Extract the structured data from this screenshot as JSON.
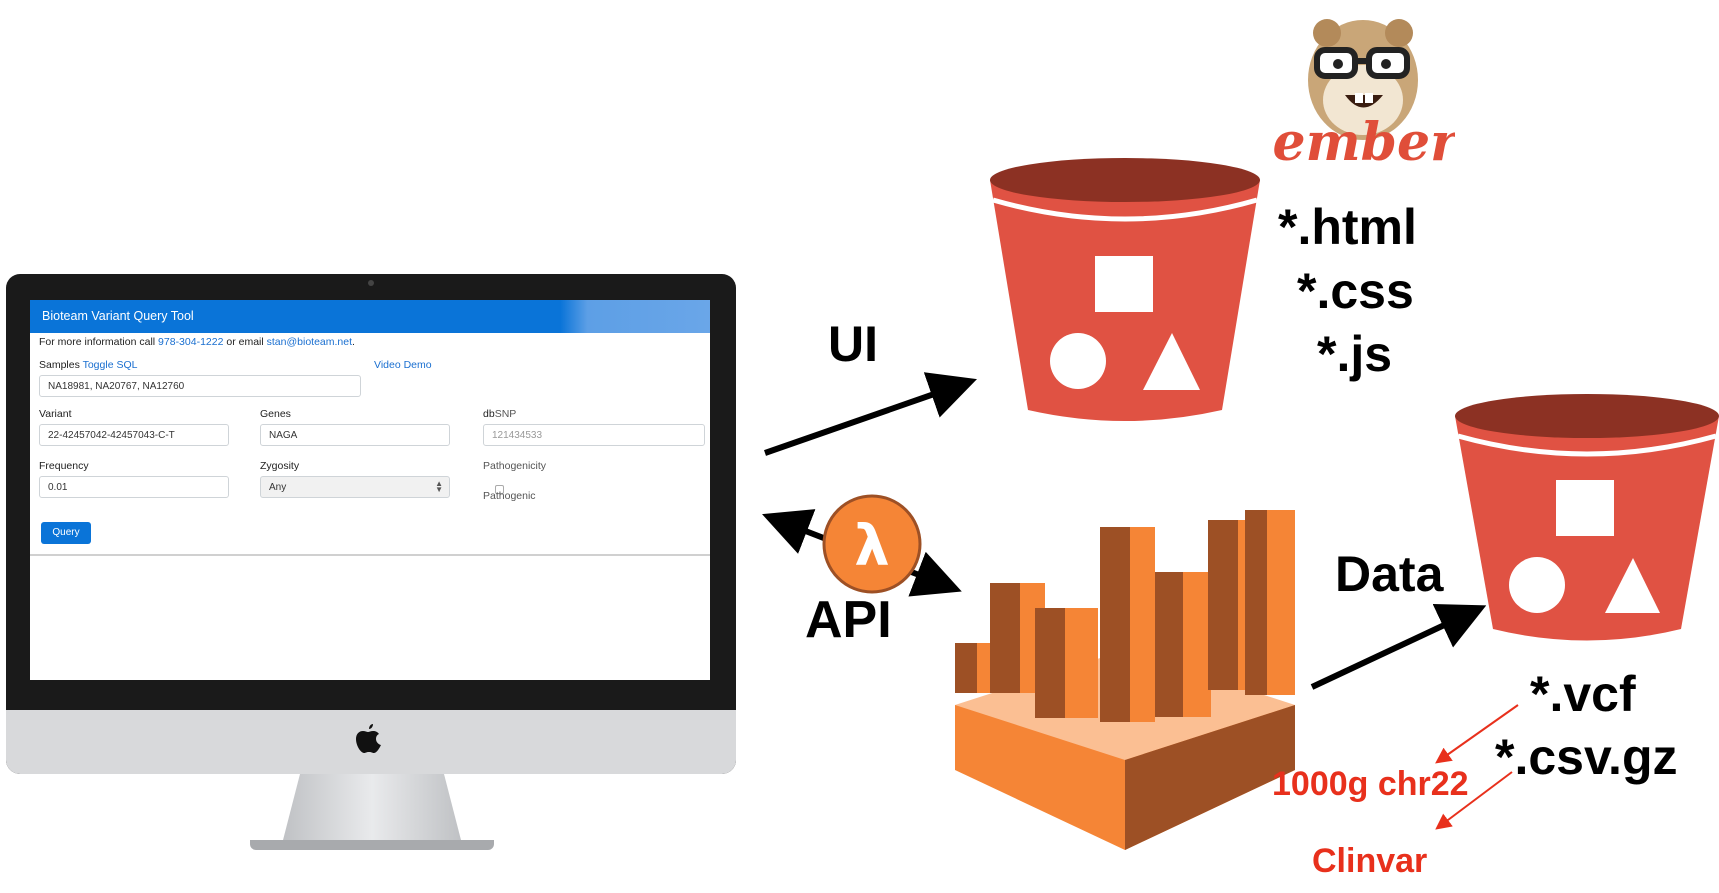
{
  "app": {
    "title": "Bioteam Variant Query Tool",
    "info_prefix": "For more information call",
    "info_phone": "978-304-1222",
    "info_mid": "or email",
    "info_email": "stan@bioteam.net",
    "info_suffix": ".",
    "samples_label": "Samples",
    "toggle_sql": "Toggle SQL",
    "video_demo": "Video Demo",
    "samples_value": "NA18981, NA20767, NA12760",
    "variant_label": "Variant",
    "variant_value": "22-42457042-42457043-C-T",
    "genes_label": "Genes",
    "genes_value": "NAGA",
    "dbsnp_label_a": "db",
    "dbsnp_label_b": "SNP",
    "dbsnp_placeholder": "121434533",
    "frequency_label": "Frequency",
    "frequency_value": "0.01",
    "zygosity_label": "Zygosity",
    "zygosity_value": "Any",
    "pathogenicity_label": "Pathogenicity",
    "pathogenic_label": "Pathogenic",
    "query_button": "Query"
  },
  "diagram": {
    "ui_label": "UI",
    "api_label": "API",
    "data_label": "Data",
    "lambda_symbol": "λ",
    "ember_logo_text": "ember",
    "web_files": [
      "*.html",
      "*.css",
      "*.js"
    ],
    "data_files": [
      "*.vcf",
      "*.csv.gz"
    ],
    "sources": [
      "1000g chr22",
      "Clinvar"
    ]
  },
  "colors": {
    "bucket_red": "#e05243",
    "bucket_dark": "#8c3123",
    "athena_orange": "#f58536",
    "athena_dark": "#9d5025",
    "athena_light": "#fbbf93",
    "lambda_orange": "#f58536",
    "accent_blue": "#0a74d8",
    "source_red": "#e8301c",
    "ember_red": "#e04e39"
  }
}
